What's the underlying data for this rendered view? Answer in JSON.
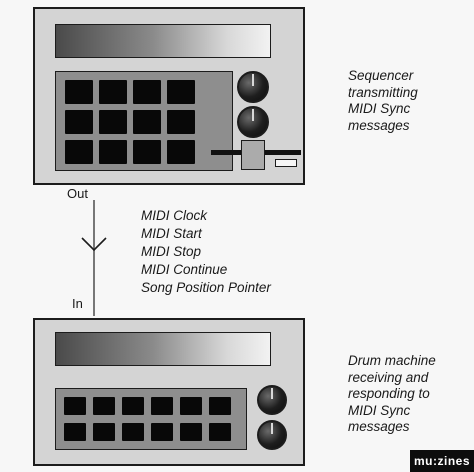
{
  "sequencer": {
    "caption": [
      "Sequencer",
      "transmitting",
      "MIDI Sync",
      "messages"
    ]
  },
  "drum_machine": {
    "caption": [
      "Drum machine",
      "receiving and",
      "responding to",
      "MIDI Sync",
      "messages"
    ]
  },
  "cable": {
    "out_label": "Out",
    "in_label": "In",
    "messages": [
      "MIDI Clock",
      "MIDI Start",
      "MIDI Stop",
      "MIDI Continue",
      "Song Position Pointer"
    ]
  },
  "watermark": "mu:zines",
  "colors": {
    "device_body": "#d4d4d4",
    "pad_panel": "#8e8e8e",
    "pad": "#080808",
    "outline": "#1c1c1c"
  }
}
